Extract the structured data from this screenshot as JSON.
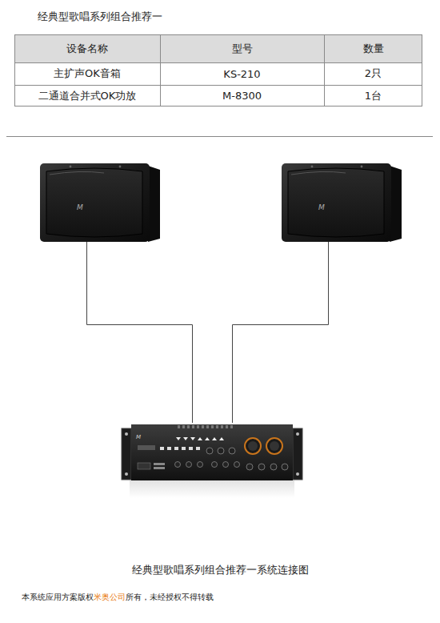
{
  "diagram": {
    "title": "经典型歌唱系列组合推荐一",
    "caption": "经典型歌唱系列组合推荐一系统连接图",
    "labels": [
      "设备名称",
      "型号",
      "数量",
      "主扩声OK音箱",
      "KS-210",
      "2只",
      "二通道合并式OK功放",
      "M-8300",
      "1台",
      "本系统应用方案版权",
      "米奥公司",
      "所有，未经授权不得转载"
    ]
  }
}
